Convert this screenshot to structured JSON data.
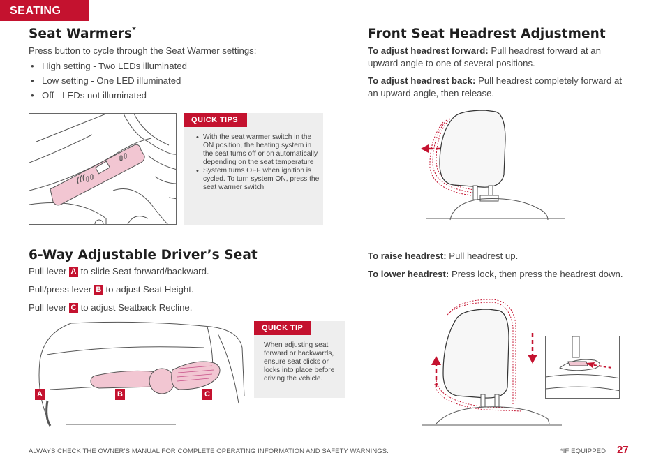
{
  "section_tab": "SEATING",
  "seat_warmers": {
    "title": "Seat Warmers",
    "title_mark": "*",
    "intro": "Press button to cycle through the Seat Warmer settings:",
    "bullets": [
      "High setting - Two LEDs illuminated",
      "Low setting - One LED illuminated",
      "Off - LEDs not illuminated"
    ],
    "tips_label": "QUICK TIPS",
    "tips": [
      "With the seat warmer switch in the ON position, the heating system in the seat turns off or on automatically depending on the seat temperature",
      "System turns OFF when ignition is cycled. To turn system ON, press the seat warmer switch"
    ]
  },
  "headrest": {
    "title": "Front Seat Headrest Adjustment",
    "forward_label": "To adjust headrest forward:",
    "forward_text": "Pull headrest forward at an upward angle to one of several positions.",
    "back_label": "To adjust headrest back:",
    "back_text": "Pull headrest completely forward at an upward angle, then release.",
    "raise_label": "To raise headrest:",
    "raise_text": "Pull headrest up.",
    "lower_label": "To lower headrest:",
    "lower_text": "Press lock, then press the headrest down."
  },
  "driver_seat": {
    "title": "6-Way Adjustable Driver’s Seat",
    "lines": [
      {
        "pre": "Pull lever",
        "badge": "A",
        "post": "to slide Seat forward/backward."
      },
      {
        "pre": "Pull/press lever",
        "badge": "B",
        "post": "to adjust Seat Height."
      },
      {
        "pre": "Pull lever",
        "badge": "C",
        "post": "to adjust Seatback Recline."
      }
    ],
    "tip_label": "QUICK TIP",
    "tip_text": "When adjusting seat forward or backwards, ensure seat clicks or locks into place before driving the vehicle.",
    "callouts": [
      "A",
      "B",
      "C"
    ]
  },
  "footer": {
    "warning": "ALWAYS CHECK THE OWNER’S MANUAL FOR COMPLETE OPERATING INFORMATION AND SAFETY WARNINGS.",
    "if_equipped": "*IF EQUIPPED",
    "page_number": "27"
  },
  "colors": {
    "accent": "#c4122f",
    "pink_fill": "#f2c6d2",
    "tip_background": "#eeeeee"
  }
}
